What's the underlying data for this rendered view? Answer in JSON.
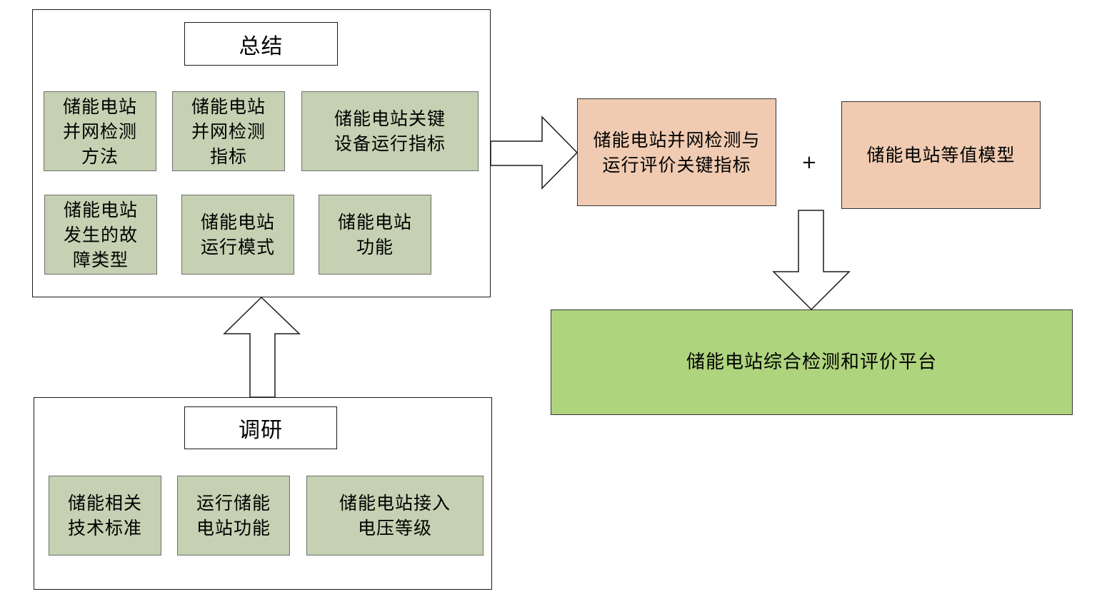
{
  "summary": {
    "title": "总结",
    "items": [
      "储能电站\n并网检测\n方法",
      "储能电站\n并网检测\n指标",
      "储能电站关键\n设备运行指标",
      "储能电站\n发生的故\n障类型",
      "储能电站\n运行模式",
      "储能电站\n功能"
    ]
  },
  "research": {
    "title": "调研",
    "items": [
      "储能相关\n技术标准",
      "运行储能\n电站功能",
      "储能电站接入\n电压等级"
    ]
  },
  "outputs": {
    "key_indicators": "储能电站并网检测与\n运行评价关键指标",
    "plus": "+",
    "equivalent_model": "储能电站等值模型"
  },
  "platform": "储能电站综合检测和评价平台",
  "colors": {
    "input_box": "#c5d1b2",
    "output_box": "#f0cbb2",
    "platform_box": "#afd47e"
  }
}
